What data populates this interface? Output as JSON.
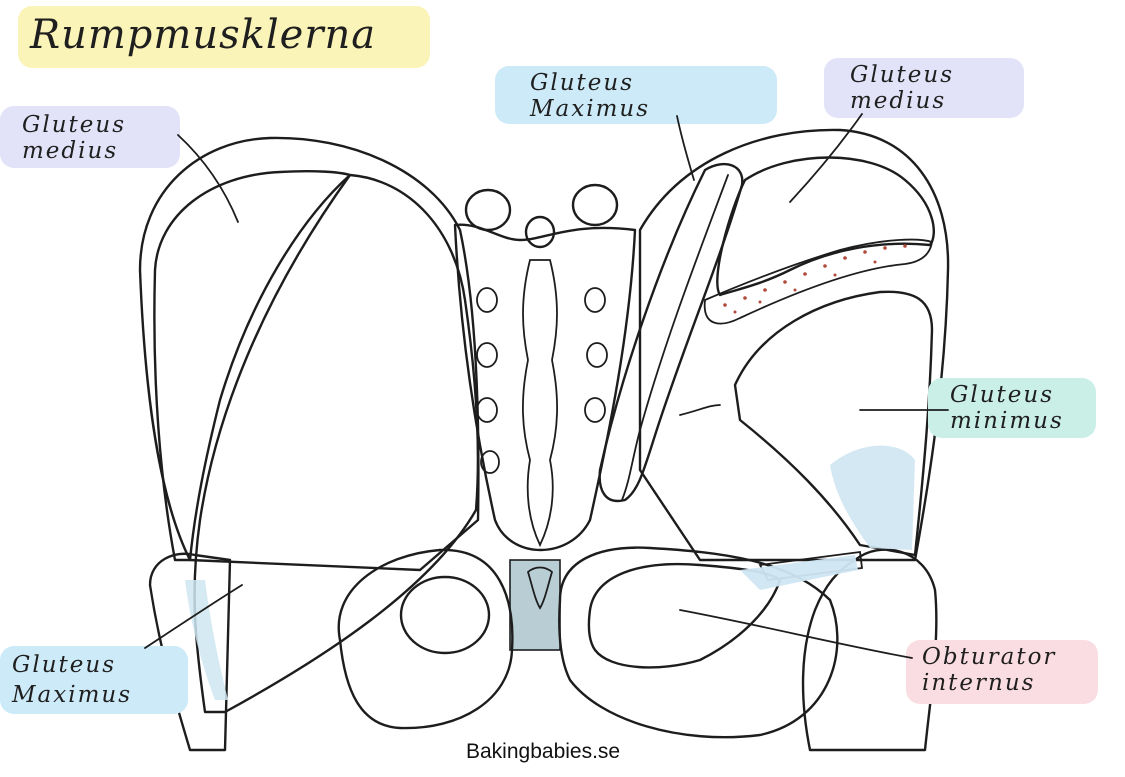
{
  "title": "Rumpmusklerna",
  "credit": "Bakingbabies.se",
  "colors": {
    "muscle": "#e07060",
    "muscle_dark": "#c9473c",
    "bone": "#f4f0de",
    "tendon": "#cfe6f2",
    "title_highlight": "#fbf4b8",
    "label_blue": "#cdeaf8",
    "label_purple": "#e2e2f8",
    "label_teal": "#c9efe6",
    "label_pink": "#fadde3"
  },
  "labels": {
    "left_medius": [
      "Gluteus",
      "medius"
    ],
    "left_maximus": [
      "Gluteus",
      "Maximus"
    ],
    "right_maximus": [
      "Gluteus",
      "Maximus"
    ],
    "right_medius": [
      "Gluteus",
      "medius"
    ],
    "right_minimus": [
      "Gluteus",
      "minimus"
    ],
    "obturator": [
      "Obturator",
      "internus"
    ]
  }
}
